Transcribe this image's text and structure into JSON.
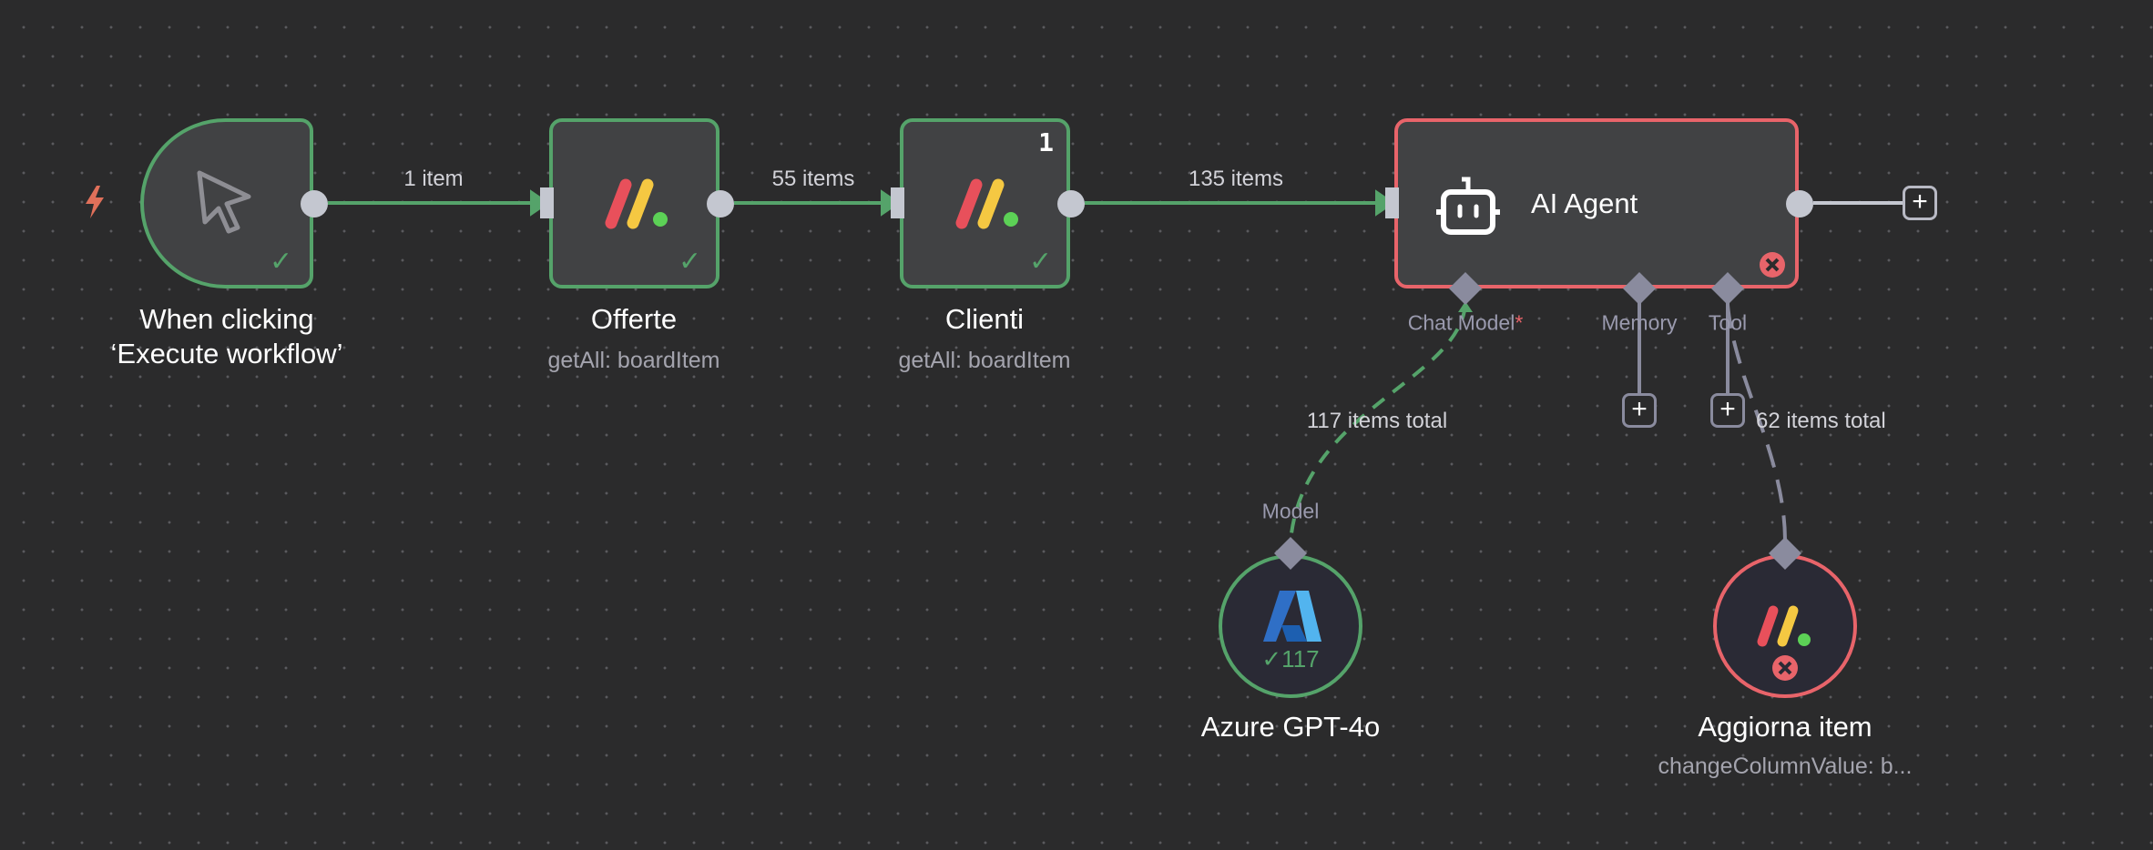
{
  "nodes": {
    "trigger": {
      "title": "When clicking ‘Execute workflow’",
      "status": "success"
    },
    "offerte": {
      "title": "Offerte",
      "subtitle": "getAll: boardItem",
      "status": "success"
    },
    "clienti": {
      "title": "Clienti",
      "subtitle": "getAll: boardItem",
      "status": "success",
      "badge": "1"
    },
    "agent": {
      "title": "AI Agent",
      "status": "error",
      "ports": {
        "chat_model": "Chat Model",
        "required_mark": "*",
        "memory": "Memory",
        "tool": "Tool"
      }
    },
    "azure": {
      "title": "Azure GPT-4o",
      "port": "Model",
      "count": "117",
      "status": "success"
    },
    "aggiorna": {
      "title": "Aggiorna item",
      "subtitle": "changeColumnValue: b...",
      "status": "error"
    }
  },
  "edges": {
    "trigger_offerte": "1 item",
    "offerte_clienti": "55 items",
    "clienti_agent": "135 items",
    "azure_agent": "117 items total",
    "aggiorna_agent": "62 items total"
  },
  "colors": {
    "success": "#55a36a",
    "error": "#e8646a",
    "canvas": "#2b2b2c",
    "node": "#414244"
  }
}
